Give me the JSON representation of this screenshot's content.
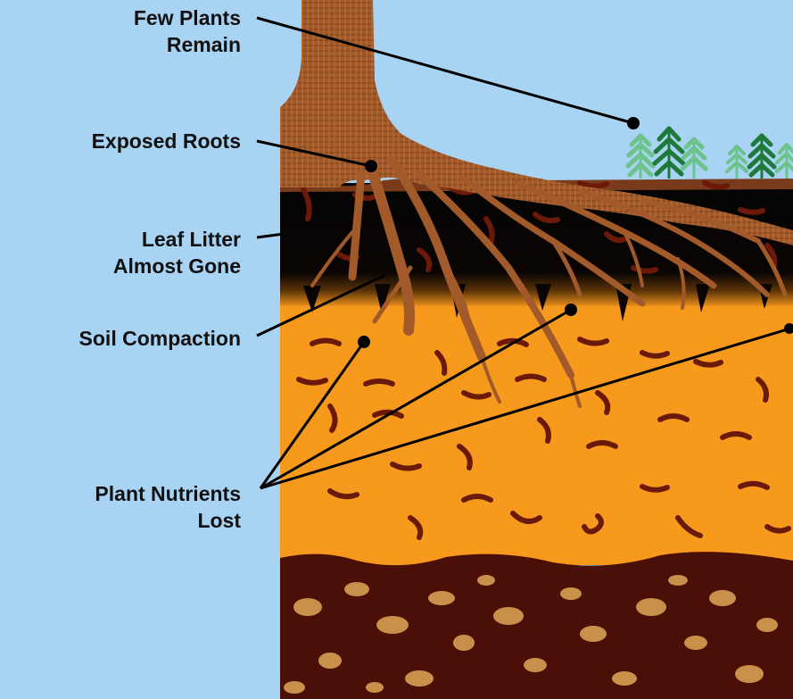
{
  "labels": {
    "few_plants": [
      "Few Plants",
      "Remain"
    ],
    "exposed_roots": [
      "Exposed Roots"
    ],
    "leaf_litter": [
      "Leaf Litter",
      "Almost Gone"
    ],
    "soil_compaction": [
      "Soil Compaction"
    ],
    "nutrients_lost": [
      "Plant Nutrients",
      "Lost"
    ]
  },
  "colors": {
    "sky": "#a9d3f2",
    "leaf_litter_layer": "#050505",
    "topsoil": "#f7991c",
    "subsoil": "#4a0f06",
    "rocks": "#c9904c",
    "worms": "#6b1a0a",
    "tree": "#a35a2a",
    "plants_dark": "#1d7a3a",
    "plants_light": "#6cc38c",
    "leader_lines": "#000000"
  }
}
